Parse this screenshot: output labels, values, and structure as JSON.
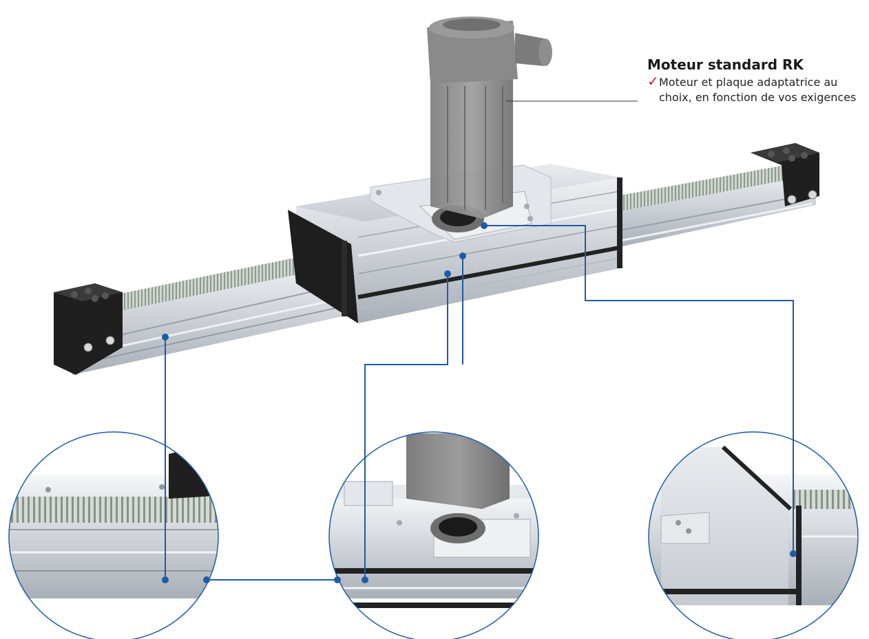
{
  "callout": {
    "title": "Moteur standard RK",
    "check_icon": "check-icon",
    "check_color": "#d01922",
    "text": "Moteur et plaque adaptatrice au choix, en fonction de vos exigences"
  },
  "colors": {
    "leader_lines": "#1d5ba6",
    "aluminium": "#d9dde2",
    "end_caps": "#1e1e1e",
    "motor": "#8d8d8d"
  },
  "zoom_details": [
    {
      "name": "rack-and-rail-detail"
    },
    {
      "name": "motor-mount-detail"
    },
    {
      "name": "carriage-joint-detail"
    }
  ]
}
